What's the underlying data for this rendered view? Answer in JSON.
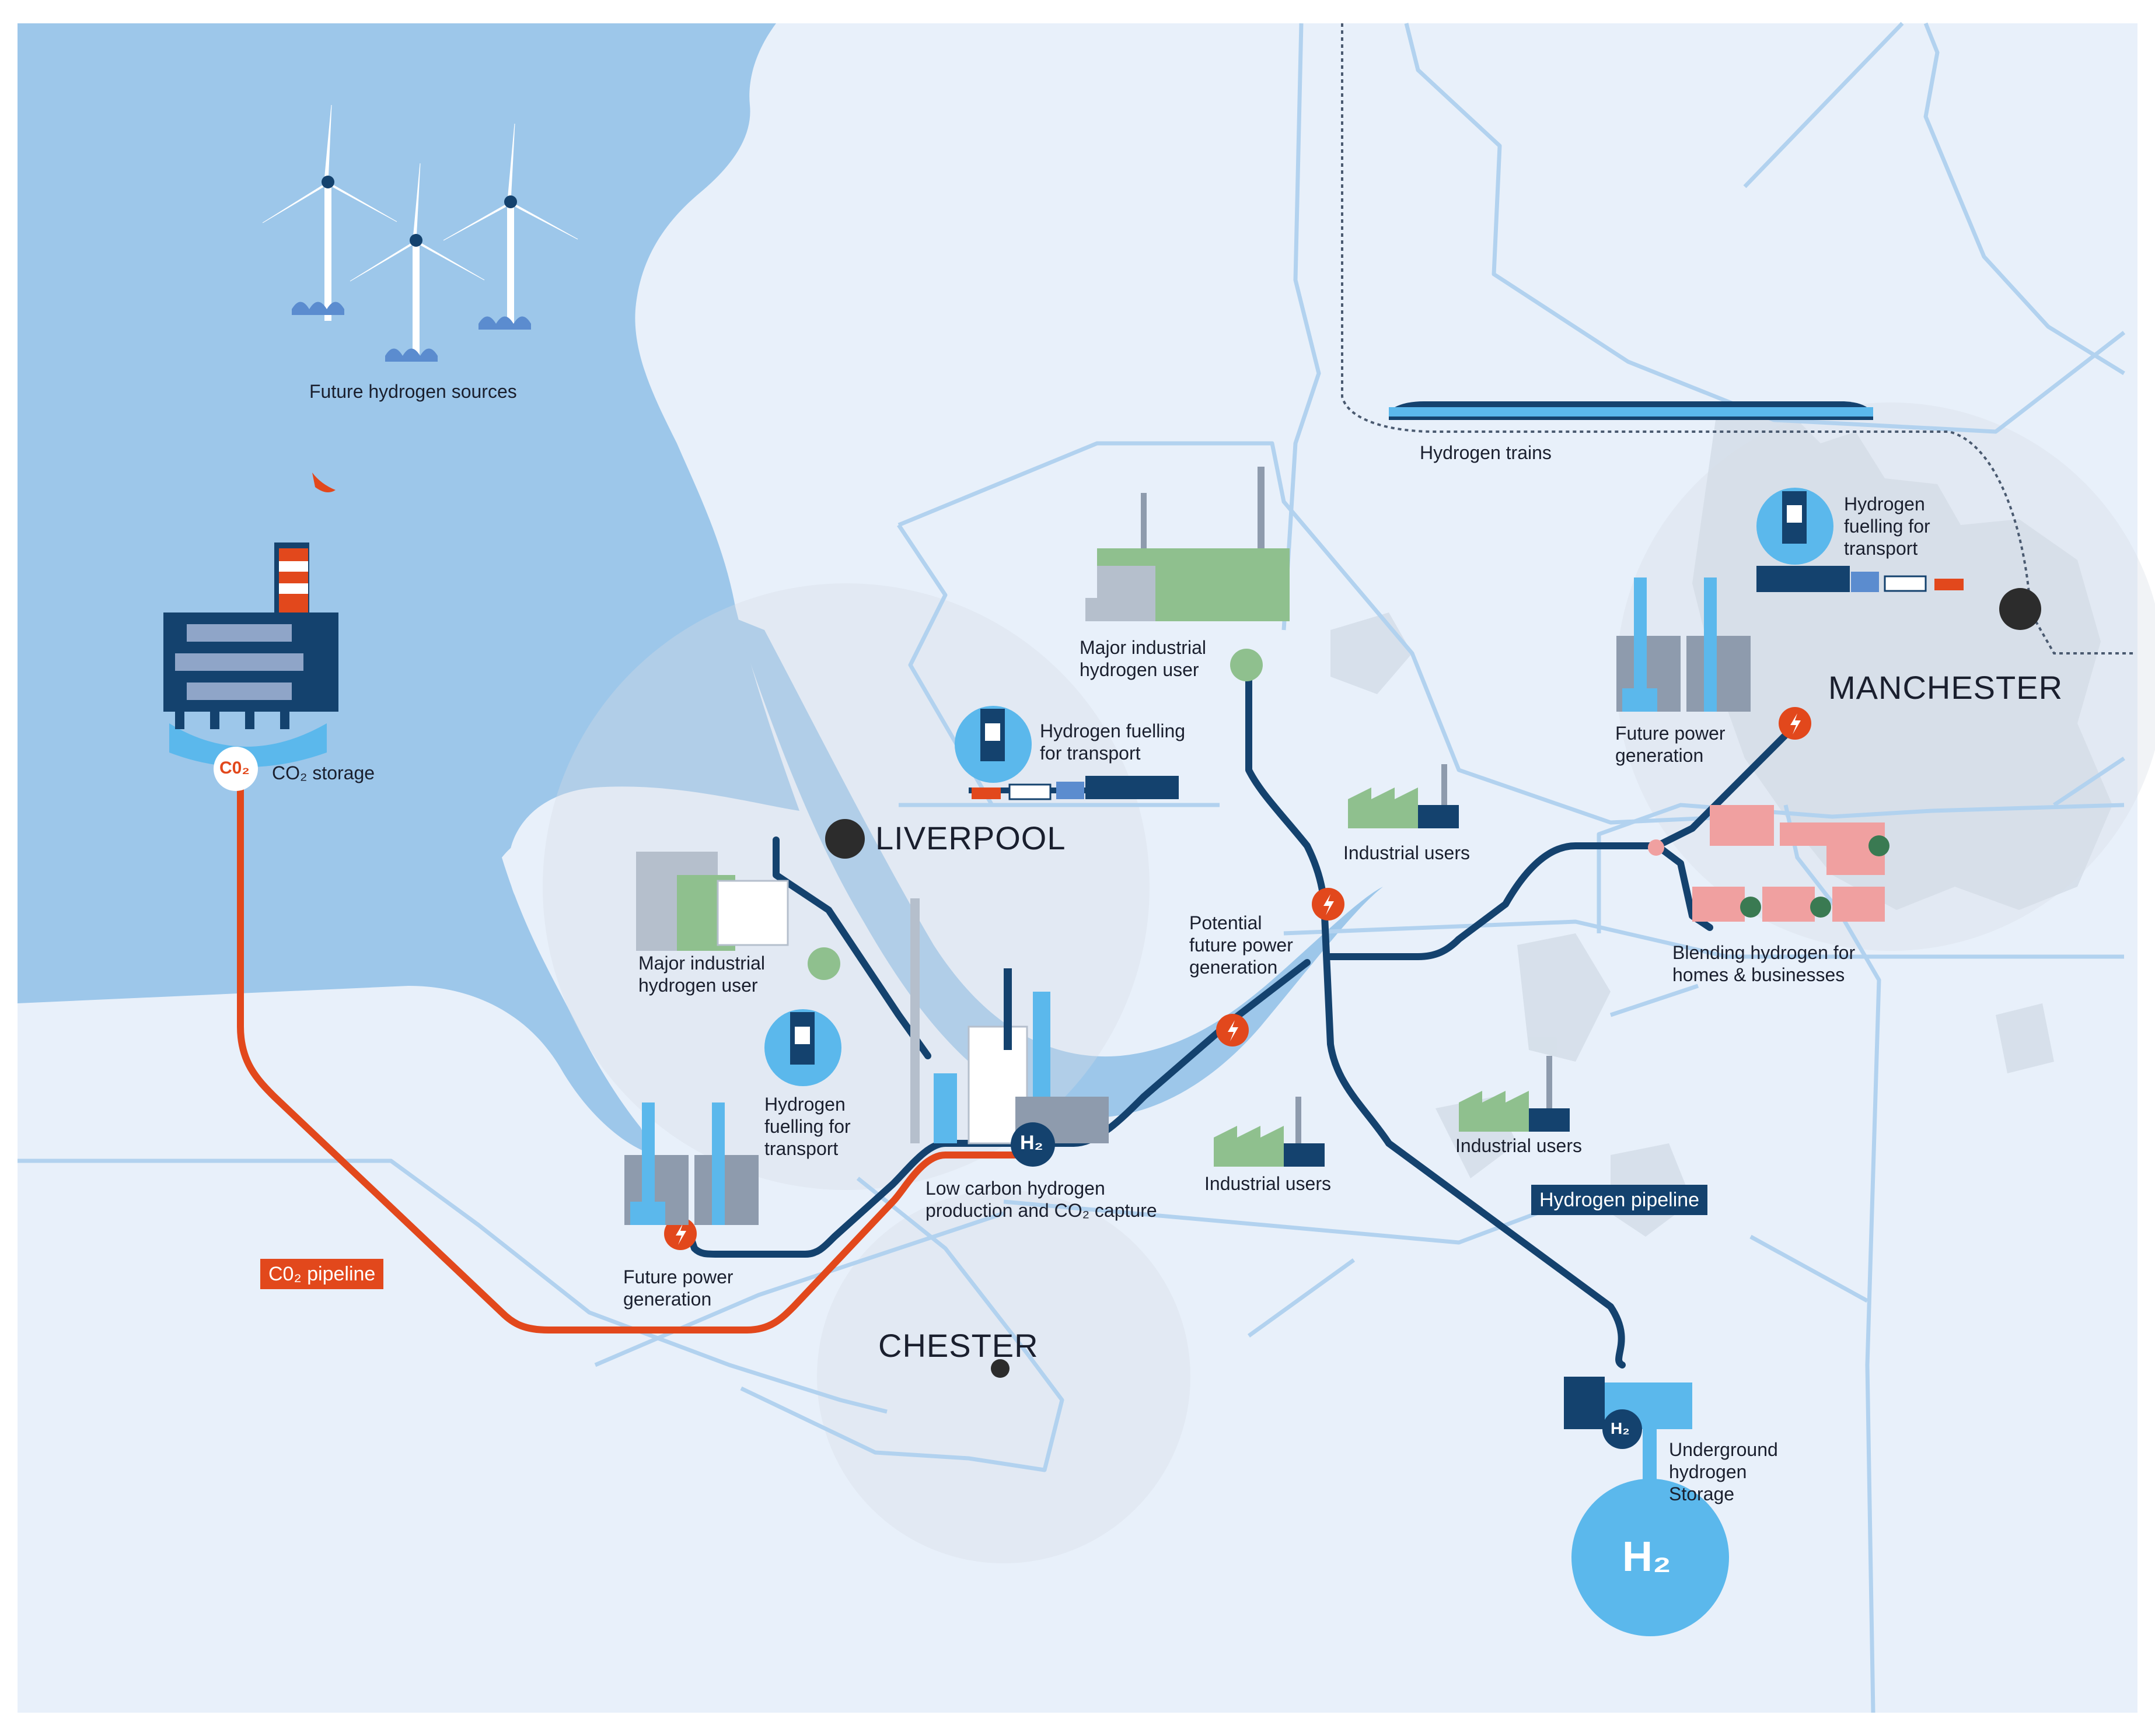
{
  "colors": {
    "sea": "#9dc7ea",
    "land": "#e8f0fa",
    "urban": "#c9d3de",
    "road": "#b2d2ef",
    "h2_pipeline": "#14426e",
    "co2_pipeline": "#e2481c",
    "accent_light": "#5bb8ec",
    "green": "#8fc08e"
  },
  "cities": {
    "liverpool": "LIVERPOOL",
    "manchester": "MANCHESTER",
    "chester": "CHESTER"
  },
  "labels": {
    "wind": "Future hydrogen sources",
    "co2_storage": "CO₂ storage",
    "trains": "Hydrogen trains",
    "fuel_manchester": "Hydrogen\nfuelling for\ntransport",
    "power_manchester": "Future power\ngeneration",
    "blending": "Blending hydrogen for\nhomes & businesses",
    "major_top": "Major industrial\nhydrogen user",
    "fuel_liverpool": "Hydrogen fuelling\nfor transport",
    "industrial_1": "Industrial users",
    "potential_power": "Potential\nfuture power\ngeneration",
    "major_left": "Major industrial\nhydrogen user",
    "fuel_left": "Hydrogen\nfuelling for\ntransport",
    "low_carbon": "Low carbon hydrogen\nproduction and CO₂ capture",
    "industrial_2": "Industrial users",
    "industrial_3": "Industrial users",
    "power_left": "Future power\ngeneration",
    "underground": "Underground\nhydrogen\nStorage"
  },
  "tags": {
    "co2_pipeline": "C0₂ pipeline",
    "h2_pipeline": "Hydrogen pipeline"
  },
  "badges": {
    "co2": "C0₂",
    "h2_small": "H₂",
    "h2_big": "H₂"
  },
  "icons": [
    "wind-turbine-icon",
    "offshore-platform-icon",
    "train-icon",
    "fuel-station-icon",
    "truck-icon",
    "factory-icon",
    "power-station-icon",
    "houses-icon",
    "storage-tank-icon",
    "lightning-icon"
  ]
}
